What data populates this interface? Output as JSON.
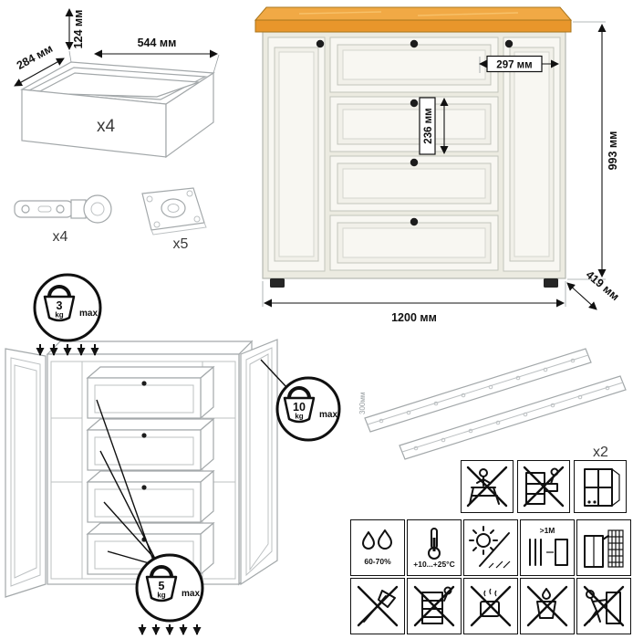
{
  "dimensions": {
    "drawer_box": {
      "height": "124 мм",
      "width": "544 мм",
      "depth": "284 мм",
      "count": "x4"
    },
    "cabinet": {
      "height": "993 мм",
      "width": "1200 мм",
      "depth": "419 мм",
      "right_section_width": "297 мм",
      "drawer_front_height": "236 мм"
    },
    "hardware": {
      "hinges": "x4",
      "plates": "x5",
      "rails": "x2",
      "rail_length": "300мм"
    }
  },
  "load_limits": {
    "top": {
      "value": "3",
      "unit": "kg",
      "max_label": "max"
    },
    "door": {
      "value": "10",
      "unit": "kg",
      "max_label": "max"
    },
    "drawers": {
      "value": "5",
      "unit": "kg",
      "max_label": "max"
    }
  },
  "care": {
    "humidity": "60-70%",
    "temperature": "+10...+25°C",
    "min_distance": ">1M"
  },
  "icons": {
    "hardware": [
      "hinge-icon",
      "mount-plate-icon"
    ],
    "safety_row": [
      "no-standing-on-furniture-icon",
      "no-climbing-drawers-icon",
      "window-icon"
    ],
    "care_row_1": [
      "humidity-icon",
      "temperature-icon",
      "sunlight-icon",
      "heat-distance-icon",
      "anti-tip-icon"
    ],
    "care_row_2": [
      "no-sharp-tools-icon",
      "no-climbing-cabinet-icon",
      "no-hot-objects-icon",
      "no-water-icon",
      "no-pushing-icon"
    ]
  },
  "colors": {
    "wood_top": "#e8962b",
    "wood_top_face": "#f1a945",
    "body": "#f7f6f0",
    "outline": "#a3a8aa",
    "ink": "#111111"
  }
}
